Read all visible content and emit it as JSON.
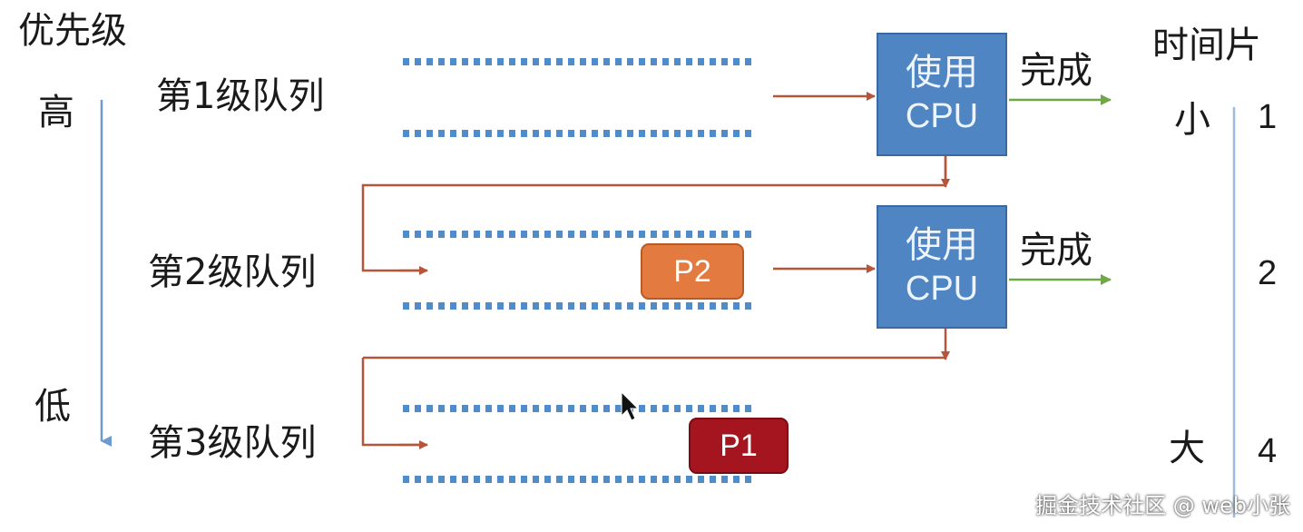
{
  "priority": {
    "title": "优先级",
    "high": "高",
    "low": "低"
  },
  "queues": [
    {
      "label": "第1级队列"
    },
    {
      "label": "第2级队列"
    },
    {
      "label": "第3级队列"
    }
  ],
  "cpu_boxes": [
    {
      "line1": "使用",
      "line2": "CPU",
      "done": "完成"
    },
    {
      "line1": "使用",
      "line2": "CPU",
      "done": "完成"
    }
  ],
  "processes": {
    "p2": "P2",
    "p1": "P1"
  },
  "time_slice": {
    "title": "时间片",
    "small": "小",
    "large": "大",
    "values": [
      "1",
      "2",
      "4"
    ]
  },
  "watermark": "掘金技术社区 @ web小张",
  "colors": {
    "cpu_fill": "#4f85c2",
    "queue_dots": "#4f8cc9",
    "arrow_brown": "#b5563a",
    "arrow_green": "#70a845",
    "priority_axis": "#6f9ad0",
    "p2_fill": "#e37b41",
    "p1_fill": "#a51520"
  }
}
